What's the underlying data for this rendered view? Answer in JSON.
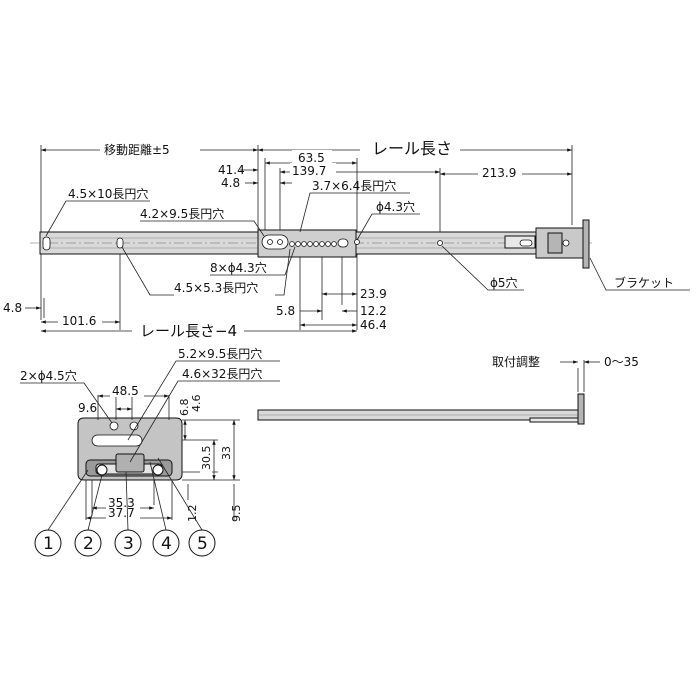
{
  "top_view": {
    "travel_label": "移動距離±5",
    "rail_length_label": "レール長さ",
    "rail_length_minus_label": "レール長さ−4",
    "bracket_label": "ブラケット",
    "dims": {
      "d41_4": "41.4",
      "d63_5": "63.5",
      "d4_8_top": "4.8",
      "d139_7": "139.7",
      "d213_9": "213.9",
      "d4_8_left": "4.8",
      "d101_6": "101.6",
      "d23_9": "23.9",
      "d5_8": "5.8",
      "d12_2": "12.2",
      "d46_4": "46.4"
    },
    "holes": {
      "h1": "4.5×10長円穴",
      "h2": "4.2×9.5長円穴",
      "h3": "3.7×6.4長円穴",
      "h4": "ϕ4.3穴",
      "h5": "8×ϕ4.3穴",
      "h6": "4.5×5.3長円穴",
      "h7": "ϕ5穴"
    }
  },
  "end_view": {
    "hole_a": "2×ϕ4.5穴",
    "slot_a": "5.2×9.5長円穴",
    "slot_b": "4.6×32長円穴",
    "dims": {
      "w48_5": "48.5",
      "w9_6": "9.6",
      "v6_8": "6.8",
      "v4_6": "4.6",
      "v30_5": "30.5",
      "v33": "33",
      "v9_5": "9.5",
      "v1_2": "1.2",
      "w35_3": "35.3",
      "w37_7": "37.7"
    },
    "parts": [
      "1",
      "2",
      "3",
      "4",
      "5"
    ]
  },
  "side_view": {
    "adjust_label": "取付調整",
    "adjust_range": "0〜35"
  },
  "colors": {
    "rail_fill": "#d9d9d9",
    "rail_dark": "#b5b5b5",
    "end_fill": "#c4c4c4",
    "line": "#111111"
  }
}
